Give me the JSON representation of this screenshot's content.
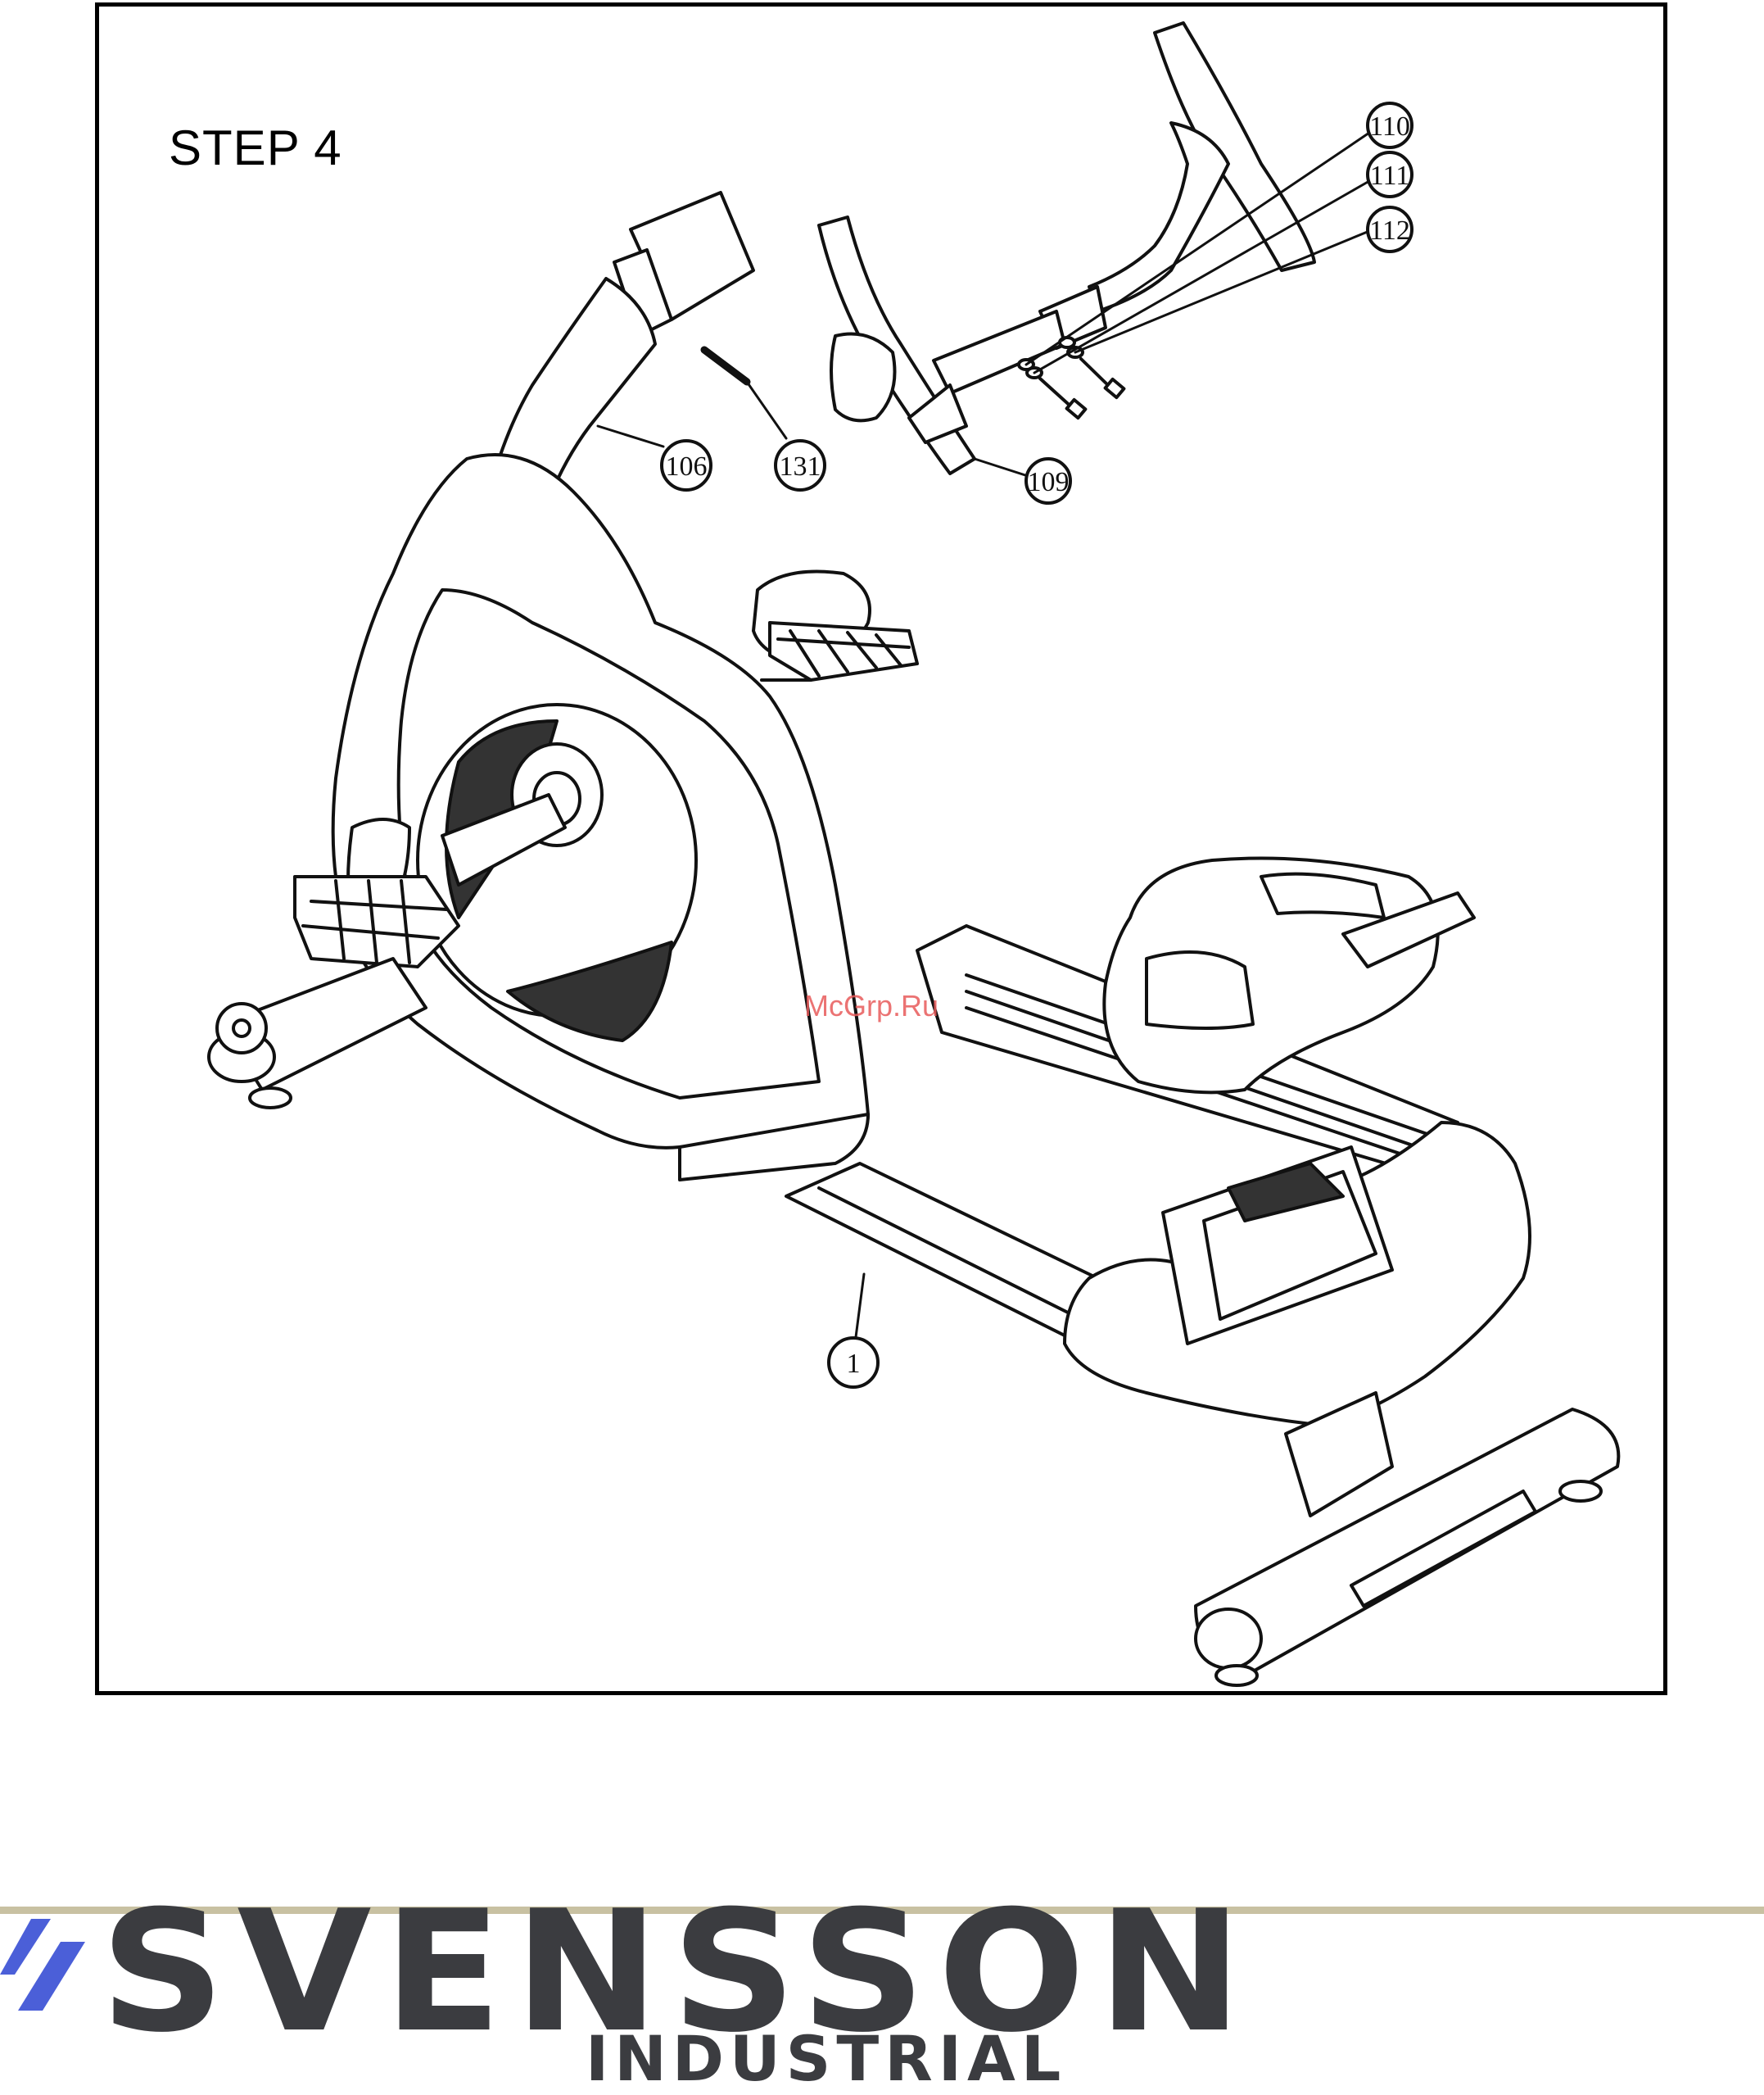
{
  "step": {
    "title": "STEP 4"
  },
  "callouts": [
    {
      "id": "callout-110",
      "label": "110"
    },
    {
      "id": "callout-111",
      "label": "111"
    },
    {
      "id": "callout-112",
      "label": "112"
    },
    {
      "id": "callout-106",
      "label": "106"
    },
    {
      "id": "callout-131",
      "label": "131"
    },
    {
      "id": "callout-109",
      "label": "109"
    },
    {
      "id": "callout-1",
      "label": "1"
    }
  ],
  "watermark": "McGrp.Ru",
  "footer": {
    "brand": "SVENSSON",
    "tagline": "INDUSTRIAL",
    "colors": {
      "text": "#3b3c40",
      "accent": "#4b5fd8",
      "rule": "#c8c1a2"
    }
  }
}
